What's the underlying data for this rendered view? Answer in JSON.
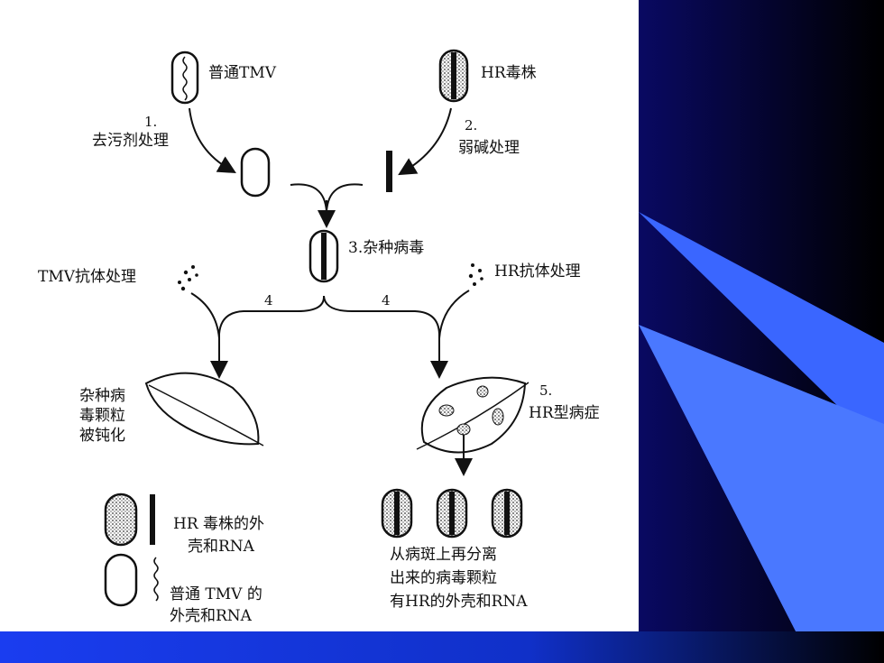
{
  "labels": {
    "normal_tmv": "普通TMV",
    "hr_strain": "HR毒株",
    "step1_num": "1.",
    "step1_text": "去污剂处理",
    "step2_num": "2.",
    "step2_text": "弱碱处理",
    "step3": "3.杂种病毒",
    "tmv_antibody": "TMV抗体处理",
    "hr_antibody": "HR抗体处理",
    "branch_left": "4",
    "branch_right": "4",
    "passivated_1": "杂种病",
    "passivated_2": "毒颗粒",
    "passivated_3": "被钝化",
    "step5_num": "5.",
    "step5_text": "HR型病症",
    "legend_hr_1": "HR 毒株的外",
    "legend_hr_2": "壳和RNA",
    "legend_tmv_1": "普通 TMV 的",
    "legend_tmv_2": "外壳和RNA",
    "isolated_1": "从病斑上再分离",
    "isolated_2": "出来的病毒颗粒",
    "isolated_3": "有HR的外壳和RNA"
  },
  "colors": {
    "panel": "#ffffff",
    "ink": "#111111",
    "background_blue": "#0a0a7a",
    "accent_blue": "#2a5cff"
  }
}
